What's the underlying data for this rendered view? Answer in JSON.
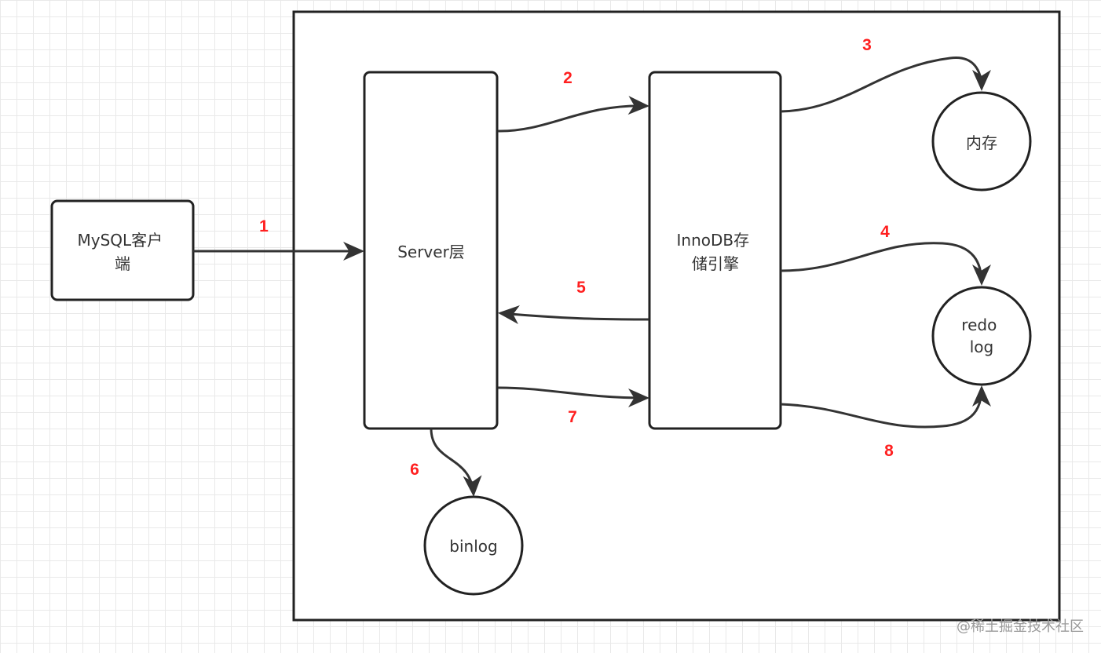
{
  "nodes": {
    "client": {
      "lines": [
        "MySQL客户",
        "端"
      ]
    },
    "server": {
      "lines": [
        "Server层"
      ]
    },
    "innodb": {
      "lines": [
        "InnoDB存",
        "储引擎"
      ]
    },
    "memory": {
      "lines": [
        "内存"
      ]
    },
    "redolog": {
      "lines": [
        "redo",
        "log"
      ]
    },
    "binlog": {
      "lines": [
        "binlog"
      ]
    }
  },
  "steps": [
    "1",
    "2",
    "3",
    "4",
    "5",
    "6",
    "7",
    "8"
  ],
  "watermark": "@稀土掘金技术社区",
  "colors": {
    "stroke": "#333333",
    "step_label": "#ff2020",
    "grid": "#e9e9e9",
    "watermark": "#9a9a9a"
  }
}
